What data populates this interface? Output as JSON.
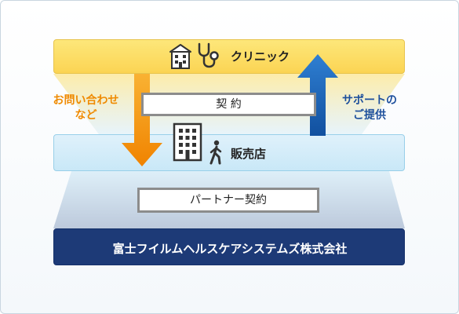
{
  "clinic": {
    "label": "クリニック",
    "icons": [
      "building-icon",
      "stethoscope-icon"
    ]
  },
  "dealer": {
    "label": "販売店",
    "icons": [
      "office-building-icon",
      "walking-person-icon"
    ]
  },
  "manufacturer": {
    "label": "富士フイルムヘルスケアシステムズ株式会社"
  },
  "contract_box": {
    "label": "契 約"
  },
  "partner_box": {
    "label": "パートナー契約"
  },
  "left_flow": {
    "label_line1": "お問い合わせ",
    "label_line2": "など",
    "direction": "down",
    "color": "#f39800"
  },
  "right_flow": {
    "label_line1": "サポートの",
    "label_line2": "ご提供",
    "direction": "up",
    "color": "#1b5fae"
  },
  "colors": {
    "clinic_band": "#fbd453",
    "dealer_band": "#c9e8f7",
    "manufacturer_band": "#1d3a77",
    "left_label_text": "#ef8a00",
    "right_label_text": "#1d4f9c"
  }
}
